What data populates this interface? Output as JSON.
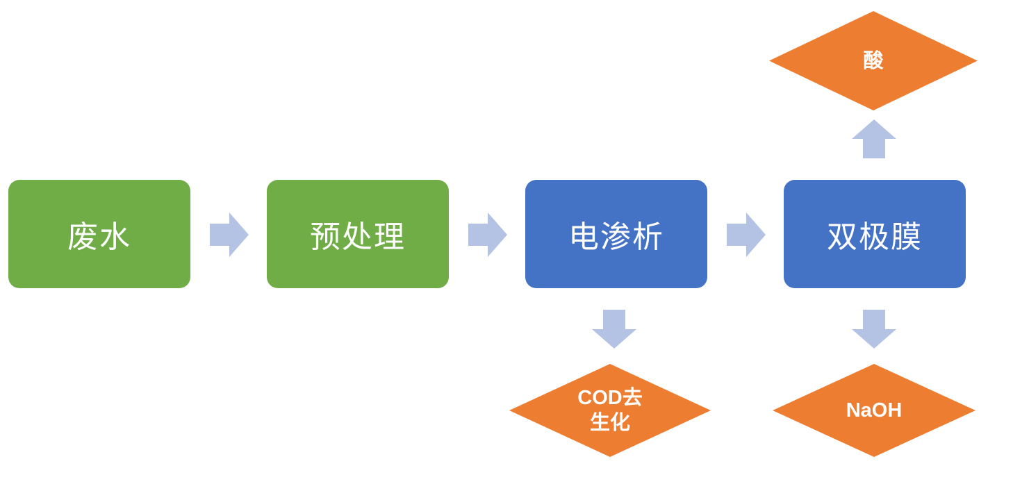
{
  "colors": {
    "green_box": "#70ad47",
    "blue_box": "#4472c4",
    "arrow": "#b4c3e4",
    "diamond": "#ed7d31",
    "text": "#ffffff"
  },
  "process": [
    {
      "id": "wastewater",
      "label": "废水"
    },
    {
      "id": "pretreatment",
      "label": "预处理"
    },
    {
      "id": "electrodialysis",
      "label": "电渗析"
    },
    {
      "id": "bipolar_membrane",
      "label": "双极膜"
    }
  ],
  "outputs": {
    "cod": {
      "line1": "COD去",
      "line2": "生化"
    },
    "acid": {
      "label": "酸"
    },
    "naoh": {
      "label": "NaOH"
    }
  },
  "icons": {
    "flow_arrow": "right-arrow-icon",
    "up_arrow": "up-arrow-icon",
    "down_arrow": "down-arrow-icon"
  }
}
